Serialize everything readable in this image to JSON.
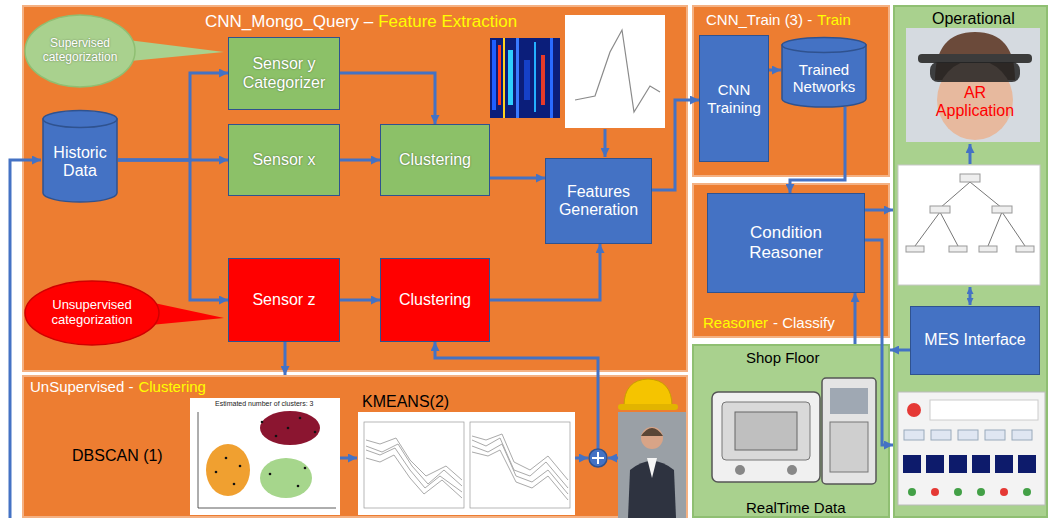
{
  "diagram": {
    "nodes": [
      {
        "text": [
          "CNN_Mongo_Query –",
          "Feature Extraction"
        ]
      },
      {
        "text": [
          "Supervised categorization"
        ],
        "in": 0
      },
      {
        "text": [
          "Historic Data"
        ],
        "in": 0
      },
      {
        "text": [
          "Sensor y Categorizer"
        ],
        "in": 0
      },
      {
        "text": [
          "Sensor x"
        ],
        "in": 0
      },
      {
        "text": [
          "Clustering"
        ],
        "in": 0
      },
      {
        "text": [
          "Features Generation"
        ],
        "in": 0
      },
      {
        "text": [
          "Unsupervised categorization"
        ],
        "in": 0
      },
      {
        "text": [
          "Sensor z"
        ],
        "in": 0
      },
      {
        "text": [
          "Clustering"
        ],
        "in": 0
      },
      {
        "text": [
          "CNN_Train (3) -",
          "Train"
        ]
      },
      {
        "text": [
          "CNN Training"
        ],
        "in": 10
      },
      {
        "text": [
          "Trained Networks"
        ],
        "in": 10
      },
      {
        "text": [
          "Operational"
        ]
      },
      {
        "text": [
          "MES Interface"
        ],
        "in": 13
      },
      {
        "text": [
          "Reasoner",
          "- Classify"
        ]
      },
      {
        "text": [
          "Condition Reasoner"
        ],
        "in": 15
      },
      {
        "text": [
          "UnSupervised -",
          "Clustering"
        ]
      },
      {
        "text": [
          "Shop Floor",
          "RealTime Data"
        ]
      }
    ],
    "edges": [
      {
        "from": 2,
        "to": 3,
        "arrow": "to"
      },
      {
        "from": 2,
        "to": 4,
        "arrow": "to"
      },
      {
        "from": 2,
        "to": 8,
        "arrow": "to"
      },
      {
        "from": 3,
        "to": 5,
        "arrow": "to"
      },
      {
        "from": 4,
        "to": 5,
        "arrow": "to"
      },
      {
        "from": 5,
        "to": 6,
        "arrow": "to"
      },
      {
        "from": 8,
        "to": 9,
        "arrow": "to"
      },
      {
        "from": 9,
        "to": 6,
        "arrow": "to"
      },
      {
        "from": 8,
        "to": 17,
        "arrow": "to"
      },
      {
        "from": 17,
        "to": 9,
        "arrow": "to"
      },
      {
        "from": 6,
        "to": 11,
        "arrow": "to"
      },
      {
        "from": 11,
        "to": 12,
        "arrow": "to"
      },
      {
        "from": 12,
        "to": 16,
        "arrow": "to"
      },
      {
        "from": 16,
        "to": 13,
        "arrow": "to"
      },
      {
        "from": 16,
        "to": 13,
        "arrow": "to"
      },
      {
        "from": 14,
        "to": 18,
        "arrow": "to"
      },
      {
        "from": 18,
        "to": 16,
        "arrow": "to"
      }
    ],
    "labels": [
      "DBSCAN (1)",
      "KMEANS(2)",
      "Estimated number of clusters: 3",
      "AR Application"
    ]
  }
}
